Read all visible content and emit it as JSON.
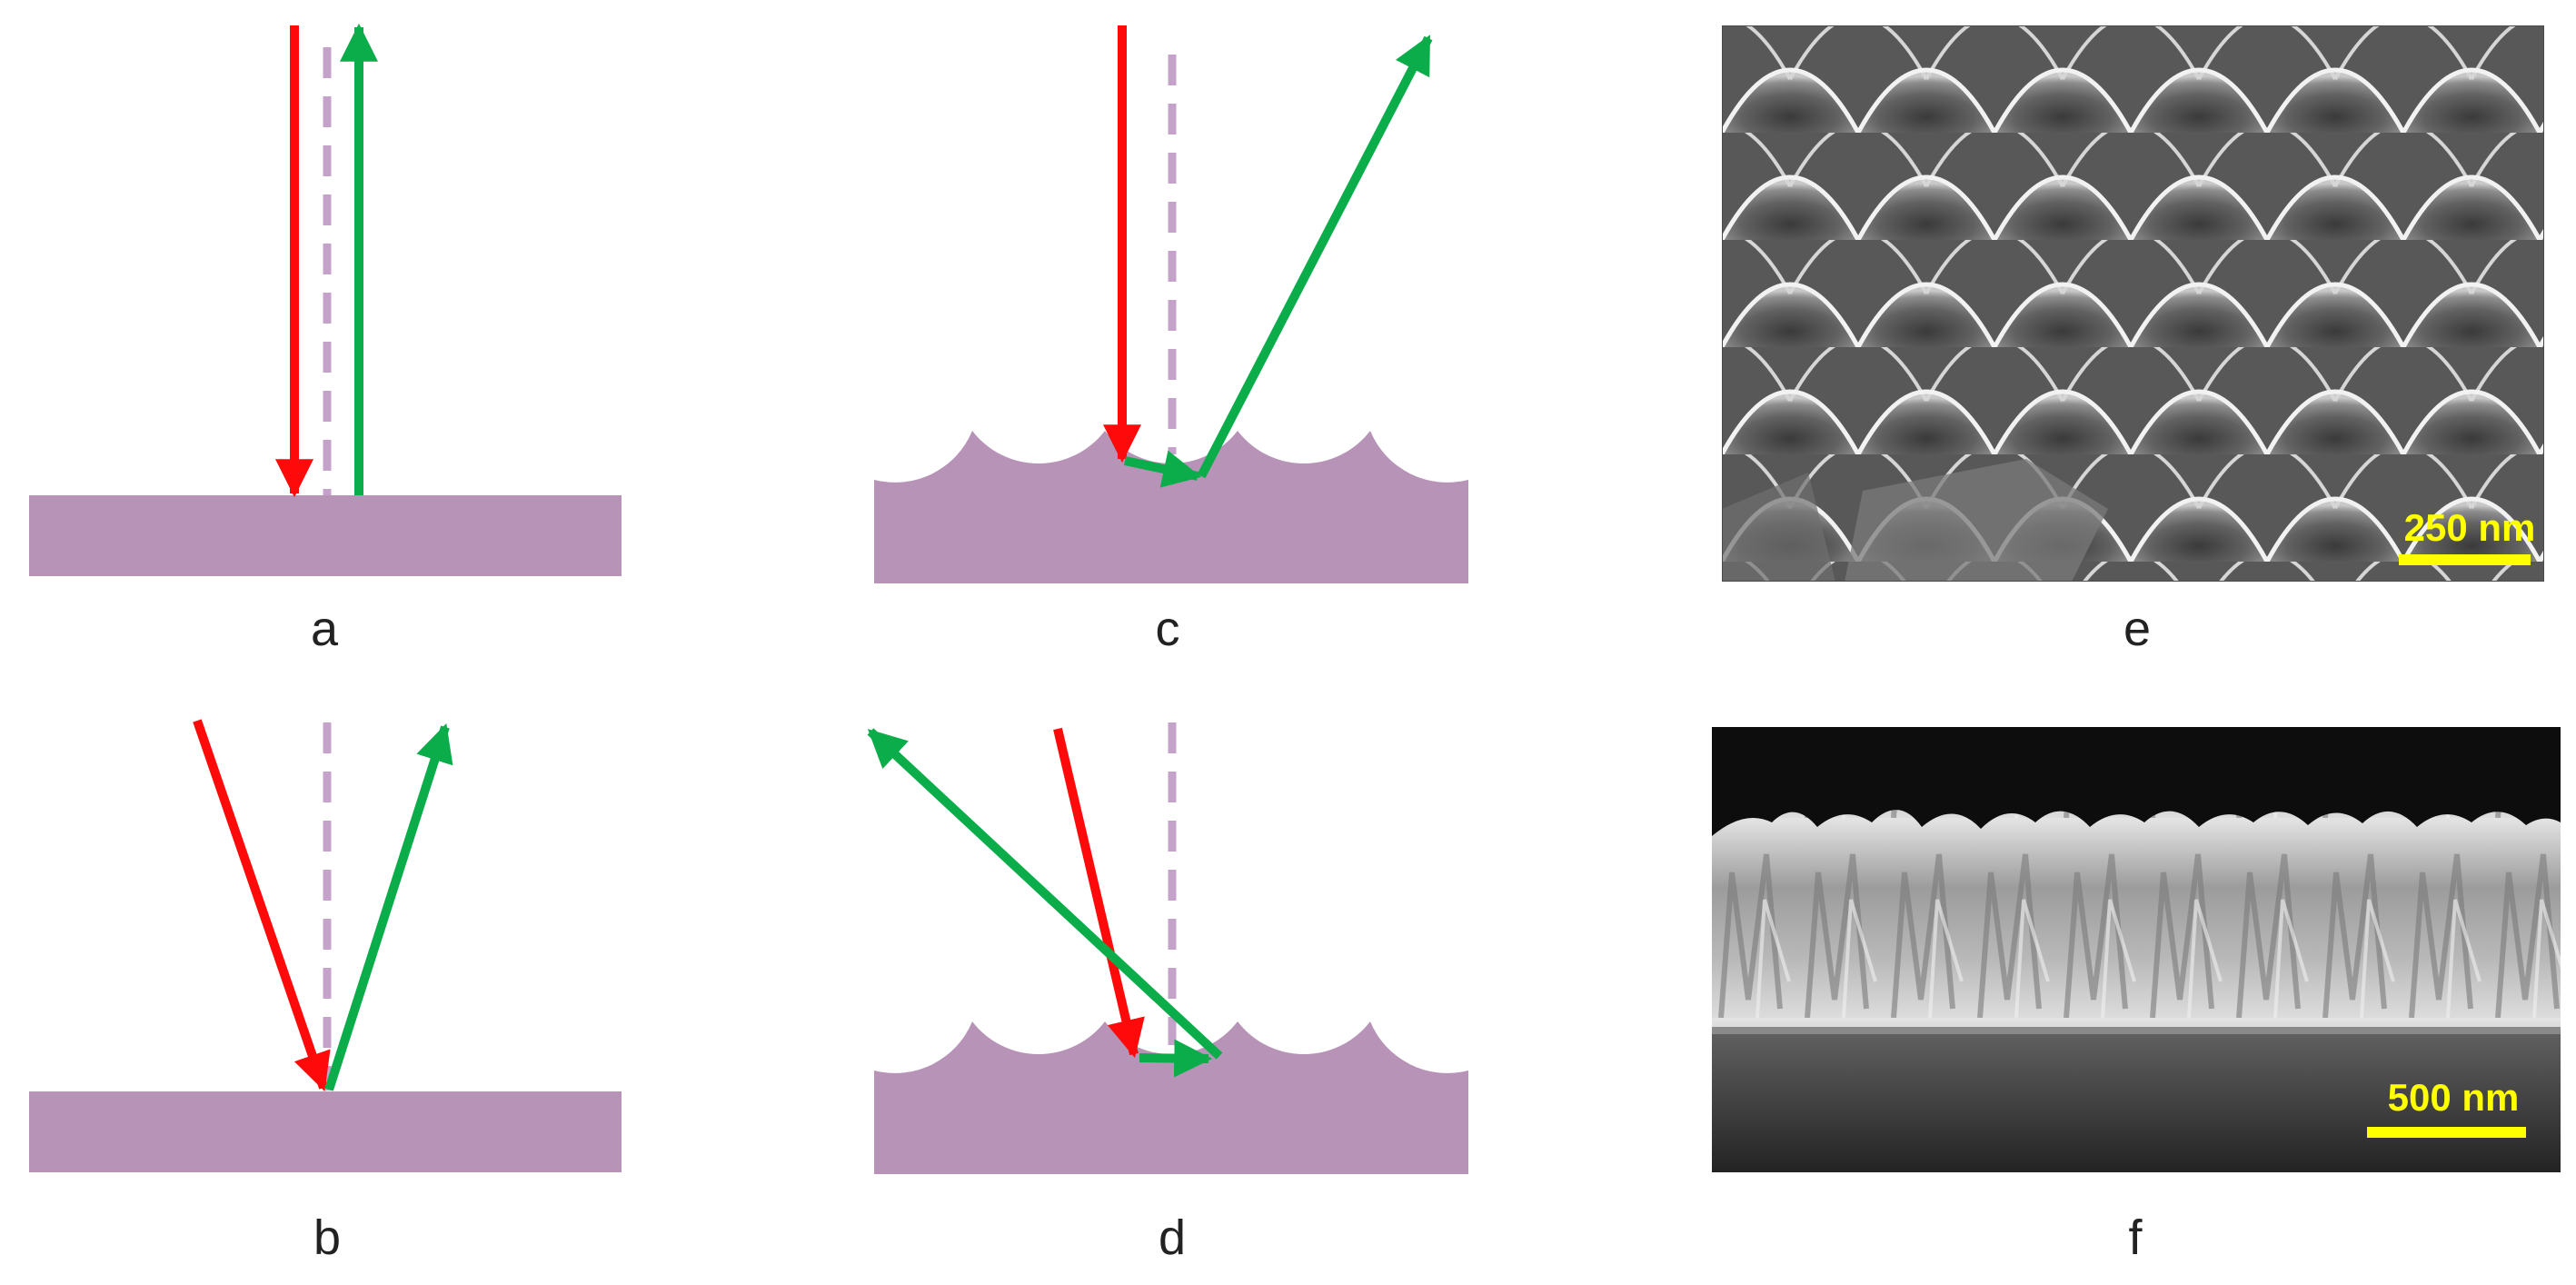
{
  "colors": {
    "substrate": "#b893b8",
    "normal_line": "#c4a2c9",
    "incident_ray": "#ff0a0a",
    "reflected_ray": "#0aad4a",
    "scalebar": "#ffff00"
  },
  "panels": {
    "a": {
      "label": "a"
    },
    "b": {
      "label": "b"
    },
    "c": {
      "label": "c"
    },
    "d": {
      "label": "d"
    },
    "e": {
      "label": "e",
      "scalebar": "250 nm"
    },
    "f": {
      "label": "f",
      "scalebar": "500 nm"
    }
  }
}
